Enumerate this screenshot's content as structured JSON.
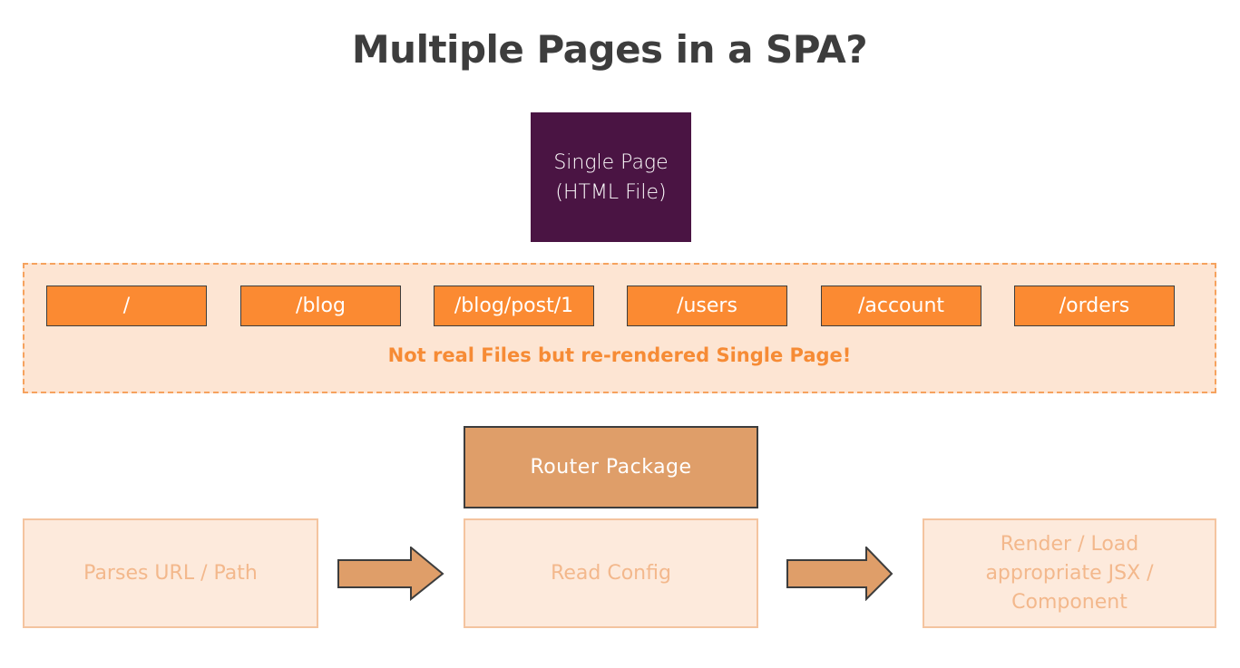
{
  "title": "Multiple Pages in a SPA?",
  "single_page": {
    "line1": "Single Page",
    "line2": "(HTML File)"
  },
  "routes": [
    "/",
    "/blog",
    "/blog/post/1",
    "/users",
    "/account",
    "/orders"
  ],
  "note": "Not real Files but re-rendered Single Page!",
  "router_package": "Router Package",
  "steps": {
    "parse": "Parses URL / Path",
    "read": "Read Config",
    "render": "Render / Load appropriate JSX / Component"
  },
  "colors": {
    "title": "#3d3d3d",
    "single_page_bg": "#4a1443",
    "route_bg": "#fb8a32",
    "panel_bg": "#fde5d3",
    "panel_border": "#f6a25e",
    "note_text": "#f68b35",
    "router_bg": "#df9e69",
    "step_bg": "#fdeadc",
    "step_border": "#f4c49f",
    "step_text": "#f3b88c",
    "arrow_fill": "#df9e69"
  }
}
